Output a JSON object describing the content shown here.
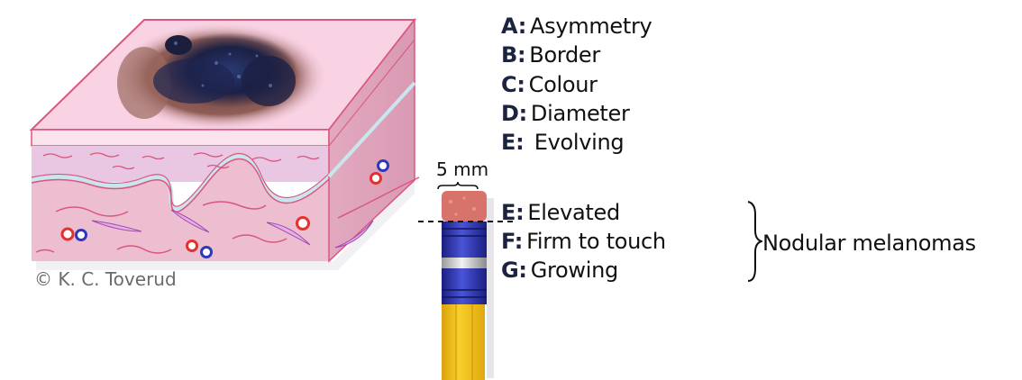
{
  "abcde_criteria": [
    {
      "key": "A:",
      "label": "Asymmetry"
    },
    {
      "key": "B:",
      "label": "Border"
    },
    {
      "key": "C:",
      "label": "Colour"
    },
    {
      "key": "D:",
      "label": "Diameter"
    },
    {
      "key": "E:",
      "label": " Evolving"
    }
  ],
  "efg_criteria": [
    {
      "key": "E:",
      "label": "Elevated"
    },
    {
      "key": "F:",
      "label": "Firm to touch"
    },
    {
      "key": "G:",
      "label": "Growing"
    }
  ],
  "bracket_label": "Nodular melanomas",
  "pencil": {
    "size_label": "5 mm"
  },
  "credit": "© K. C. Toverud",
  "colors": {
    "skin_top": "#f9d3e4",
    "skin_edge": "#d9567f",
    "dermis_front": "#edbdd0",
    "epidermis_front": "#e9c6e2",
    "lesion_dark": "#1c2144",
    "lesion_brown": "#8a5a52",
    "eraser": "#d8736c",
    "ferrule_blue": "#2a2fa0",
    "pencil_yellow": "#f2c21a",
    "text_key": "#1a2340"
  }
}
